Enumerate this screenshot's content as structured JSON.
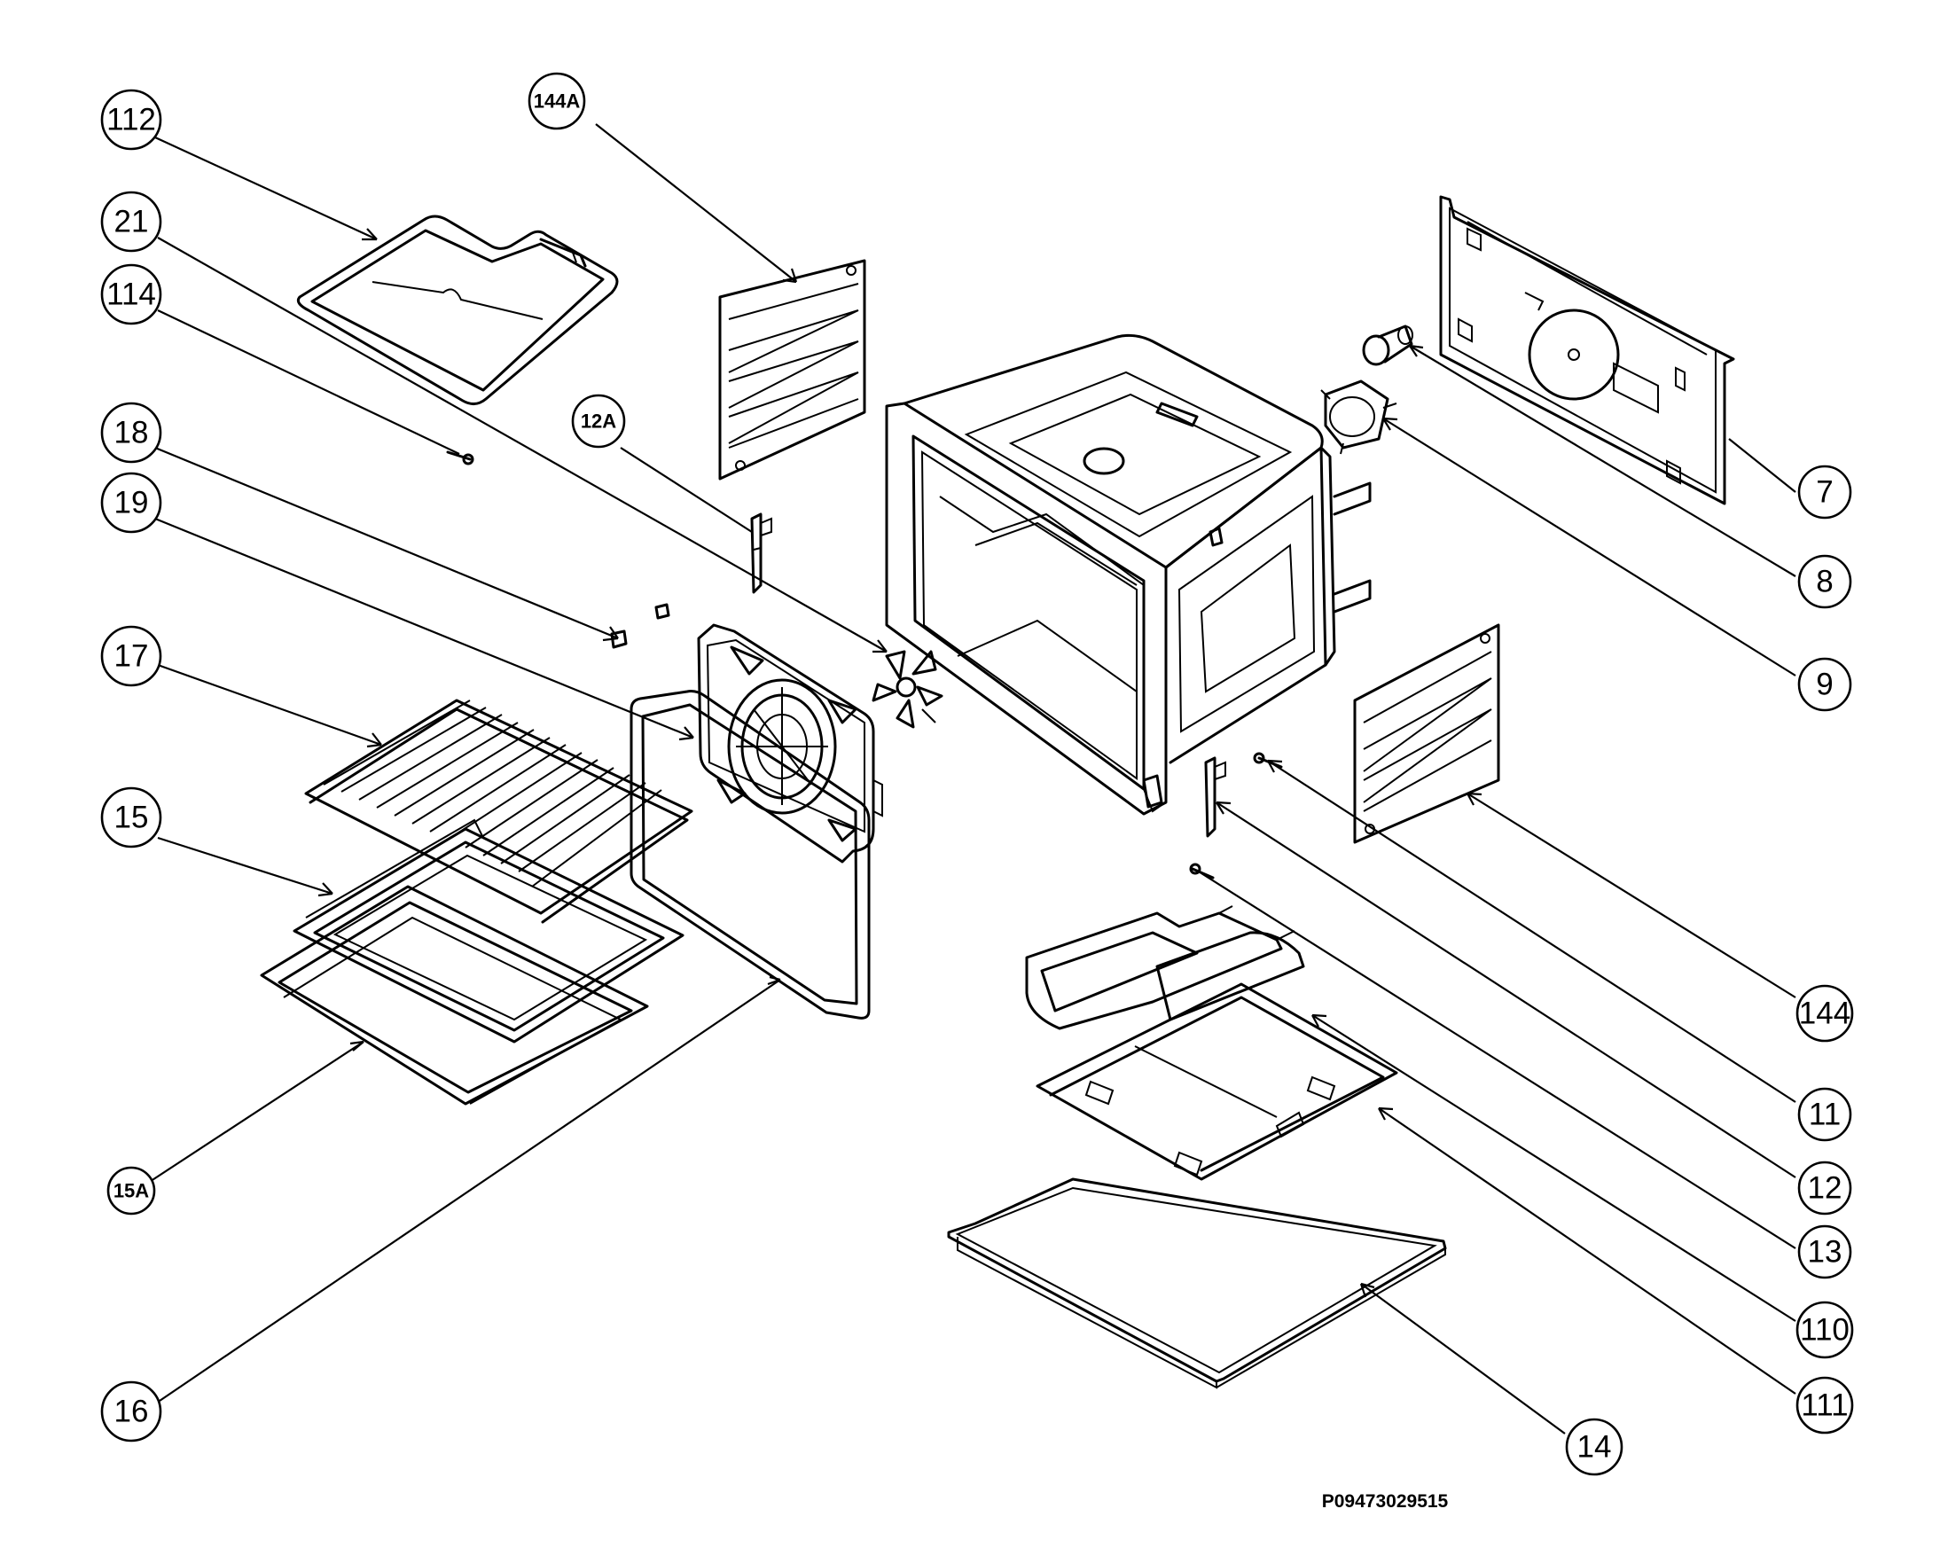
{
  "document_id": "P09473029515",
  "callouts": [
    {
      "id": "c-112",
      "label": "112"
    },
    {
      "id": "c-21",
      "label": "21"
    },
    {
      "id": "c-114",
      "label": "114"
    },
    {
      "id": "c-18",
      "label": "18"
    },
    {
      "id": "c-19",
      "label": "19"
    },
    {
      "id": "c-17",
      "label": "17"
    },
    {
      "id": "c-15",
      "label": "15"
    },
    {
      "id": "c-15a",
      "label": "15A"
    },
    {
      "id": "c-16",
      "label": "16"
    },
    {
      "id": "c-144a",
      "label": "144A"
    },
    {
      "id": "c-12a",
      "label": "12A"
    },
    {
      "id": "c-7",
      "label": "7"
    },
    {
      "id": "c-8",
      "label": "8"
    },
    {
      "id": "c-9",
      "label": "9"
    },
    {
      "id": "c-144",
      "label": "144"
    },
    {
      "id": "c-11",
      "label": "11"
    },
    {
      "id": "c-12",
      "label": "12"
    },
    {
      "id": "c-13",
      "label": "13"
    },
    {
      "id": "c-110",
      "label": "110"
    },
    {
      "id": "c-111",
      "label": "111"
    },
    {
      "id": "c-14",
      "label": "14"
    }
  ]
}
